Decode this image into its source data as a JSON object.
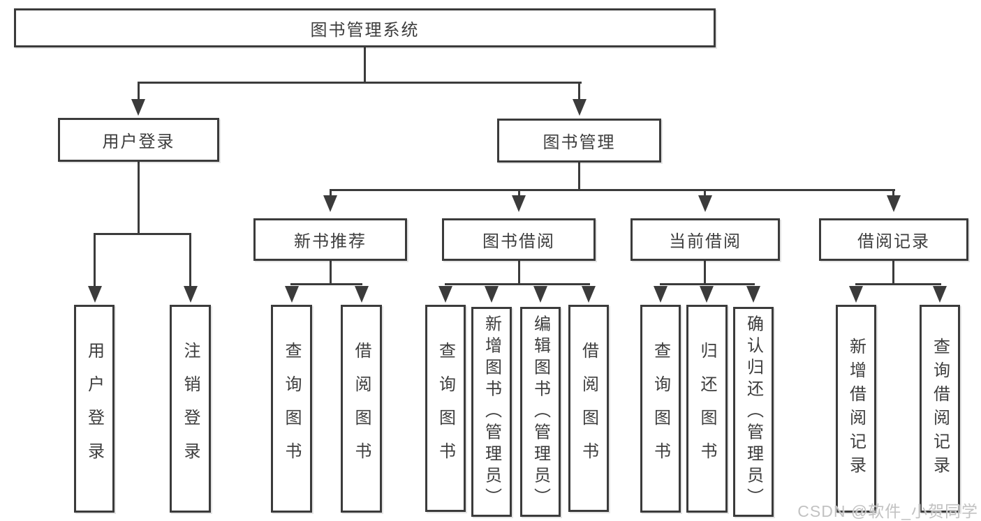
{
  "diagram": {
    "root": {
      "label": "图书管理系统"
    },
    "user_login": {
      "label": "用户登录",
      "children": {
        "login": {
          "label": "用户登录"
        },
        "logout": {
          "label": "注销登录"
        }
      }
    },
    "book_management": {
      "label": "图书管理",
      "children": {
        "new_books": {
          "label": "新书推荐",
          "children": {
            "query": {
              "label": "查询图书"
            },
            "borrow": {
              "label": "借阅图书"
            }
          }
        },
        "borrowing": {
          "label": "图书借阅",
          "children": {
            "query": {
              "label": "查询图书"
            },
            "add": {
              "label": "新增图书（管理员）"
            },
            "edit": {
              "label": "编辑图书（管理员）"
            },
            "borrow": {
              "label": "借阅图书"
            }
          }
        },
        "current": {
          "label": "当前借阅",
          "children": {
            "query": {
              "label": "查询图书"
            },
            "return": {
              "label": "归还图书"
            },
            "confirm": {
              "label": "确认归还（管理员）"
            }
          }
        },
        "records": {
          "label": "借阅记录",
          "children": {
            "add": {
              "label": "新增借阅记录"
            },
            "query": {
              "label": "查询借阅记录"
            }
          }
        }
      }
    }
  },
  "watermark": {
    "text": "CSDN @软件_小贺同学"
  },
  "colors": {
    "line": "#3b3b3b",
    "text": "#3d3d3d",
    "background": "#ffffff",
    "watermark": "#c2c2c2"
  }
}
